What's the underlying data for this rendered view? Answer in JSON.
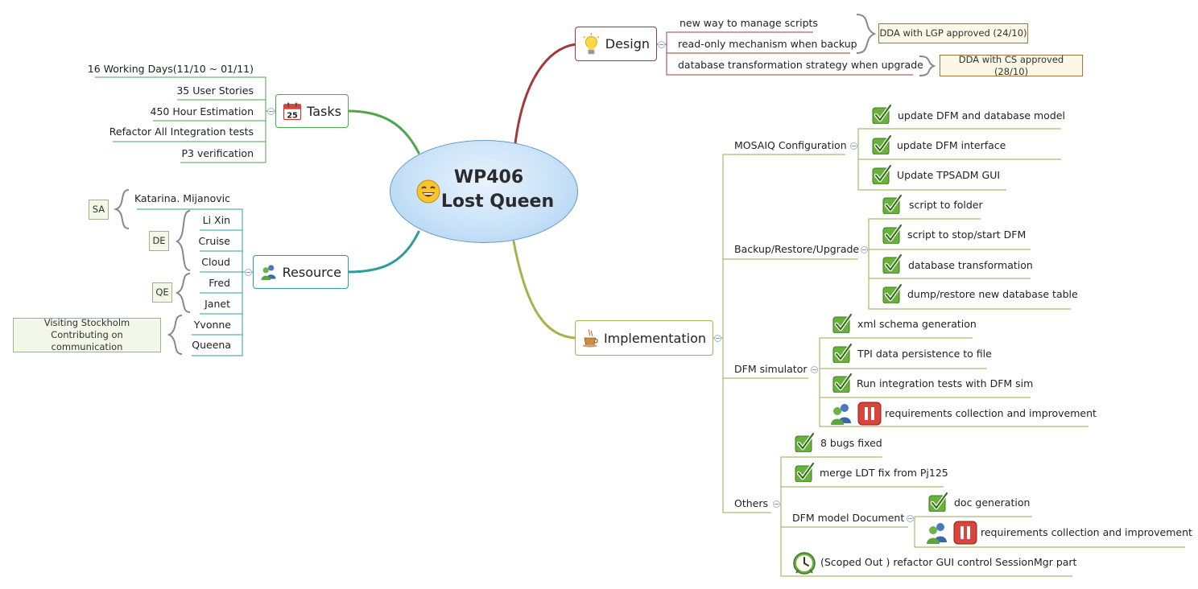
{
  "central": {
    "line1": "WP406",
    "line2": "Lost Queen",
    "icon": "laughing-smiley-icon"
  },
  "tasks": {
    "label": "Tasks",
    "icon": "calendar-icon",
    "calendar_day": "25",
    "color": "#4ca64c",
    "items": [
      "16 Working Days(11/10 ~ 01/11)",
      "35 User Stories",
      "450 Hour Estimation",
      "Refactor All Integration tests",
      "P3 verification"
    ]
  },
  "resource": {
    "label": "Resource",
    "icon": "users-icon",
    "color": "#2f9b9b",
    "people": [
      "Katarina. Mijanovic",
      "Li Xin",
      "Cruise",
      "Cloud",
      "Fred",
      "Janet",
      "Yvonne",
      "Queena"
    ],
    "roles": {
      "sa": "SA",
      "de": "DE",
      "qe": "QE"
    },
    "note": {
      "line1": "Visiting Stockholm",
      "line2": "Contributing on communication"
    }
  },
  "design": {
    "label": "Design",
    "icon": "lightbulb-icon",
    "color": "#a33a3a",
    "items": [
      "new way to manage scripts",
      "read-only mechanism when backup",
      "database transformation strategy when upgrade"
    ],
    "notes": [
      "DDA with LGP approved (24/10)",
      "DDA with CS approved (28/10)"
    ]
  },
  "implementation": {
    "label": "Implementation",
    "icon": "coffee-cup-icon",
    "color": "#a6b24c",
    "mosaiq": {
      "label": "MOSAIQ Configuration",
      "items": [
        "update DFM and database model",
        "update DFM interface",
        "Update TPSADM GUI"
      ]
    },
    "backup": {
      "label": "Backup/Restore/Upgrade",
      "items": [
        "script to folder",
        "script to stop/start DFM",
        "database transformation",
        "dump/restore new database table"
      ]
    },
    "dfmsim": {
      "label": "DFM simulator",
      "items": [
        "xml schema generation",
        "TPI data persistence to file",
        "Run integration tests with DFM sim",
        "requirements collection and improvement"
      ]
    },
    "others": {
      "label": "Others",
      "items": [
        "8 bugs fixed",
        "merge LDT fix from Pj125"
      ],
      "dfm_doc": {
        "label": "DFM model Document",
        "items": [
          "doc generation",
          "requirements collection and improvement"
        ]
      },
      "scoped": "(Scoped Out ) refactor GUI control SessionMgr part"
    }
  },
  "colors": {
    "leaf_line": "#9aa84d",
    "resource_line": "#2f9b9b",
    "tasks_line": "#4ca64c",
    "design_line": "#a33a3a",
    "check_green": "#5aa82a",
    "pause_red": "#c9362a"
  }
}
